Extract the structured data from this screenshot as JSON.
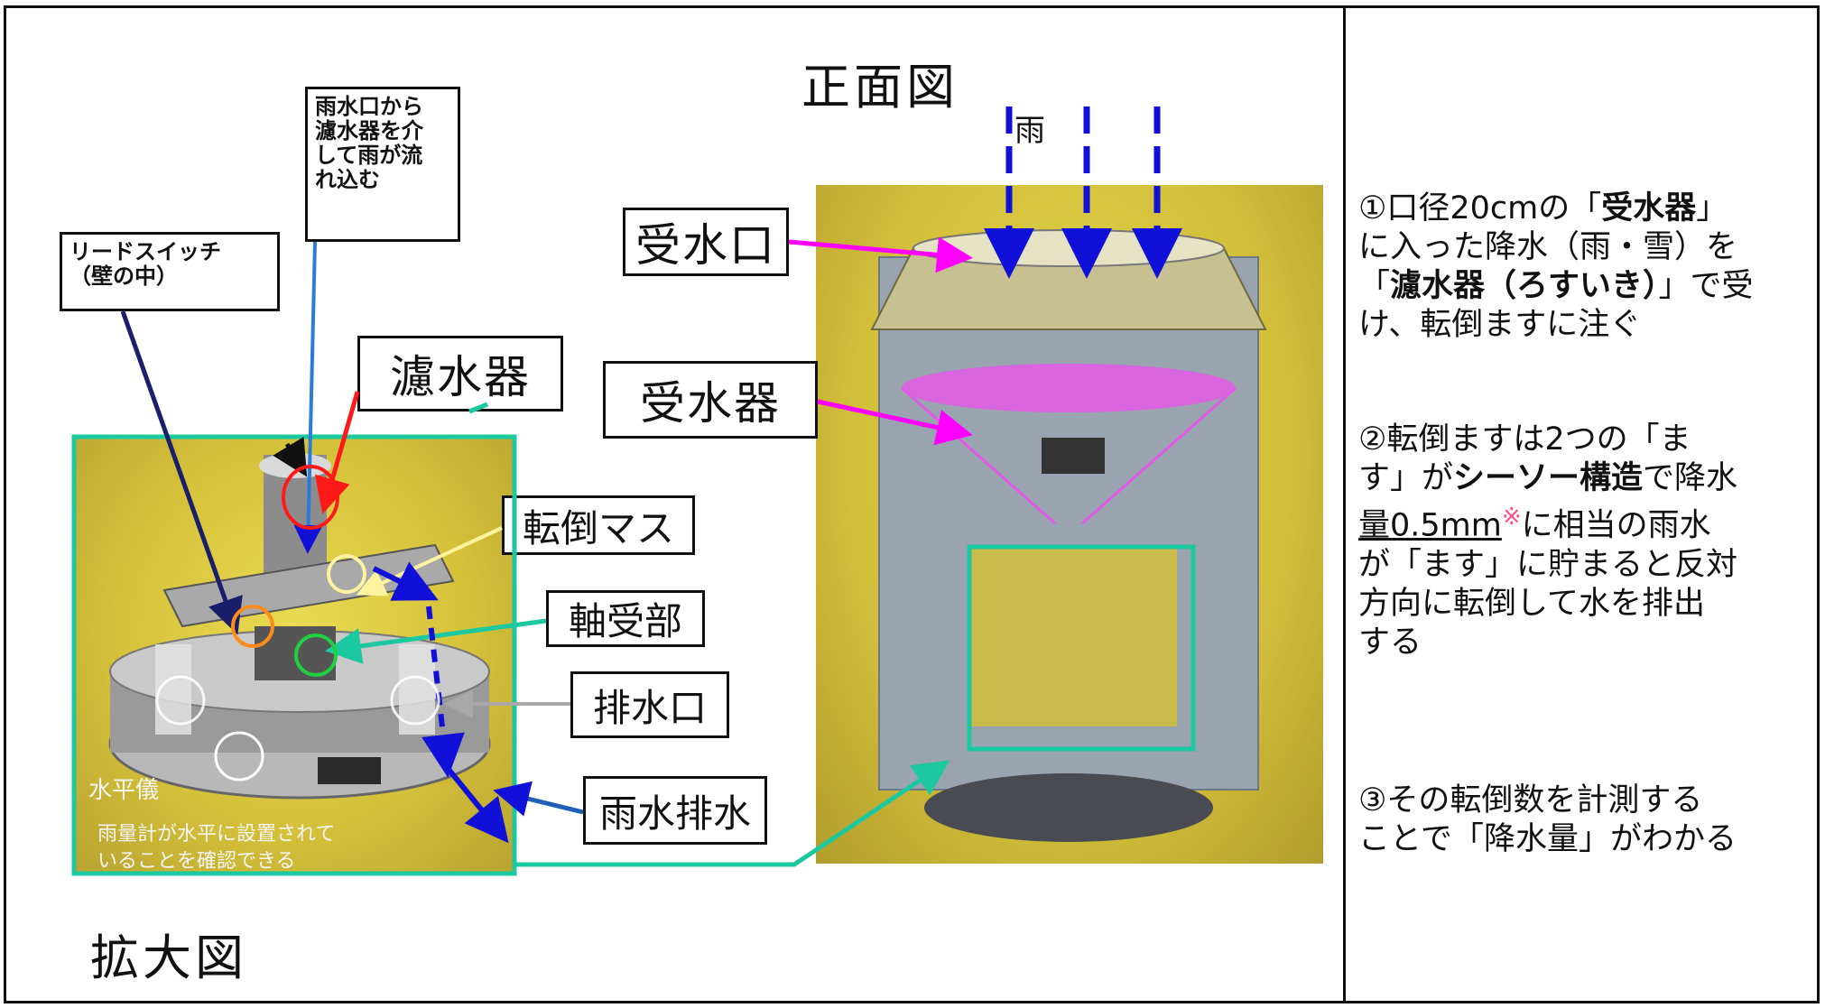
{
  "colors": {
    "photo_yellow": "#d8c63c",
    "arrow_blue": "#1010d8",
    "arrow_magenta": "#ff00ff",
    "arrow_red": "#ff1a1a",
    "arrow_teal": "#1cc8a0",
    "arrow_navy": "#1a1f6b",
    "arrow_green_teal": "#13a98a",
    "circle_orange": "#ff8c1a",
    "circle_cream": "#fff3a0",
    "circle_green": "#20d040",
    "circle_white": "#ffffff",
    "note_pink": "#ff4d88"
  },
  "diagram": {
    "front_title": "正面図",
    "zoom_title": "拡大図",
    "rain_label": "雨",
    "labels": {
      "receiver_mouth": "受水口",
      "receiver": "受水器",
      "filter": "濾水器",
      "tipping_bucket": "転倒マス",
      "bearing": "軸受部",
      "drain_outlet": "排水口",
      "rain_drain": "雨水排水",
      "reed_switch": "リードスイッチ\n（壁の中）",
      "rain_inflow": "雨水口から\n濾水器を介\nして雨が流\nれ込む",
      "level": "水平儀",
      "level_note": "雨量計が水平に設置されて\nいることを確認できる"
    }
  },
  "description": {
    "p1_a": "①口径20cmの「",
    "p1_b": "受水器",
    "p1_c": "」\nに入った降水（雨・雪）を\n「",
    "p1_d": "濾水器（ろすいき）",
    "p1_e": "」で受\nけ、転倒ますに注ぐ",
    "p2_a": "②転倒ますは2つの「ま\nす」が",
    "p2_b": "シーソー構造",
    "p2_c": "で降水\n",
    "p2_d": "量0.5mm",
    "p2_mark": "※",
    "p2_e": "に相当の雨水\nが「ます」に貯まると反対\n方向に転倒して水を排出\nする",
    "p3": "③その転倒数を計測する\nことで「降水量」がわかる"
  }
}
